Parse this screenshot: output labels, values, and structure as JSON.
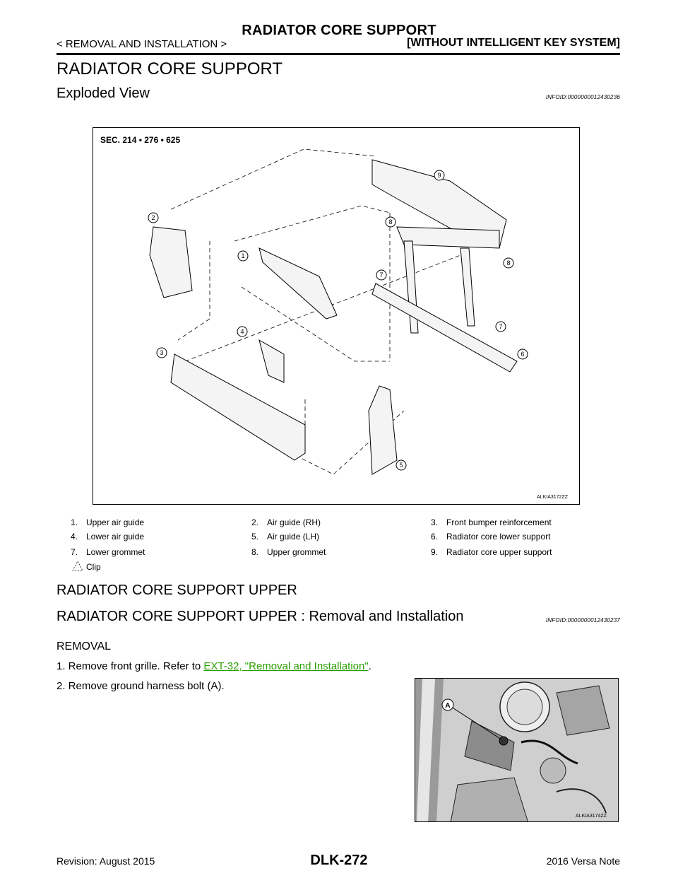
{
  "header": {
    "title": "RADIATOR CORE SUPPORT",
    "breadcrumb": "< REMOVAL AND INSTALLATION >",
    "system": "[WITHOUT INTELLIGENT KEY SYSTEM]"
  },
  "section_title": "RADIATOR CORE SUPPORT",
  "exploded_view": {
    "heading": "Exploded View",
    "infoid": "INFOID:0000000012430236",
    "sec_label": "SEC. 214 • 276 • 625",
    "figure_code": "ALKIA3172ZZ",
    "callouts": [
      "1",
      "2",
      "3",
      "4",
      "5",
      "6",
      "7",
      "7",
      "8",
      "8",
      "9"
    ]
  },
  "legend": {
    "items": [
      {
        "num": "1.",
        "text": "Upper air guide"
      },
      {
        "num": "2.",
        "text": "Air guide (RH)"
      },
      {
        "num": "3.",
        "text": "Front bumper reinforcement"
      },
      {
        "num": "4.",
        "text": "Lower air guide"
      },
      {
        "num": "5.",
        "text": "Air guide (LH)"
      },
      {
        "num": "6.",
        "text": "Radiator core lower support"
      },
      {
        "num": "7.",
        "text": "Lower grommet"
      },
      {
        "num": "8.",
        "text": "Upper grommet"
      },
      {
        "num": "9.",
        "text": "Radiator core upper support"
      }
    ],
    "clip_label": "Clip"
  },
  "subsection": "RADIATOR CORE SUPPORT UPPER",
  "procedure": {
    "heading": "RADIATOR CORE SUPPORT UPPER : Removal and Installation",
    "infoid": "INFOID:0000000012430237",
    "removal_label": "REMOVAL",
    "step1_prefix": "1. Remove front grille. Refer to ",
    "step1_link": "EXT-32, \"Removal and Installation\"",
    "step1_suffix": ".",
    "step2": "2. Remove ground harness bolt (A).",
    "photo_label": "A",
    "photo_code": "ALKIA3174ZZ"
  },
  "footer": {
    "revision": "Revision: August 2015",
    "page": "DLK-272",
    "model": "2016 Versa Note"
  }
}
